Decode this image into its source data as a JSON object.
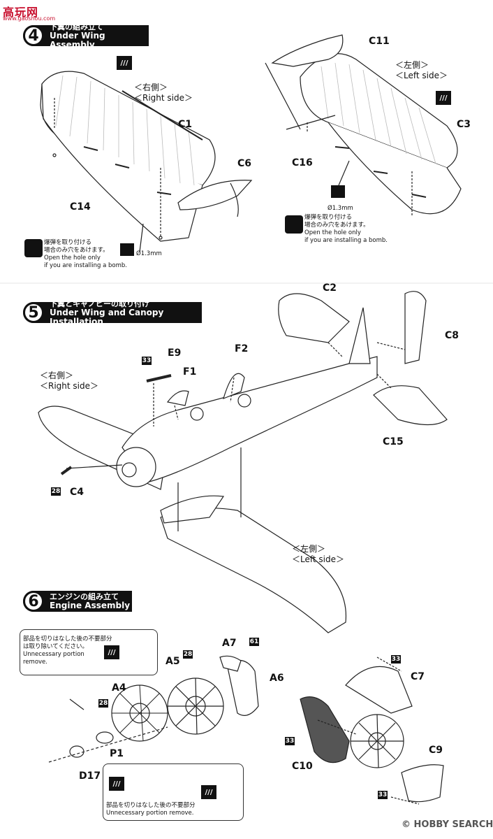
{
  "watermark": {
    "brand": "高玩网",
    "url": "www.gaoshou.com"
  },
  "steps": [
    {
      "number": "4",
      "title_jp": "下翼の組み立て",
      "title_en": "Under Wing Assembly"
    },
    {
      "number": "5",
      "title_jp": "下翼とキャノピーの取り付け",
      "title_en": "Under Wing and Canopy Installation"
    },
    {
      "number": "6",
      "title_jp": "エンジンの組み立て",
      "title_en": "Engine Assembly"
    }
  ],
  "step4": {
    "right_side_jp": "＜右側＞",
    "right_side_en": "＜Right side＞",
    "left_side_jp": "＜左側＞",
    "left_side_en": "＜Left side＞",
    "parts": {
      "c1": "C1",
      "c6": "C6",
      "c14": "C14",
      "c11": "C11",
      "c3": "C3",
      "c16": "C16"
    },
    "drill_size": "Ø1.3mm",
    "bomb_note_jp_1": "爆弾を取り付ける",
    "bomb_note_jp_2": "場合のみ穴をあけます。",
    "bomb_note_en_1": "Open the hole only",
    "bomb_note_en_2": "if you are installing a bomb."
  },
  "step5": {
    "right_side_jp": "＜右側＞",
    "right_side_en": "＜Right side＞",
    "left_side_jp": "＜左側＞",
    "left_side_en": "＜Left side＞",
    "parts": {
      "c2": "C2",
      "c8": "C8",
      "e9": "E9",
      "f1": "F1",
      "f2": "F2",
      "c15": "C15",
      "c4": "C4"
    },
    "paint_33": "33",
    "paint_28": "28"
  },
  "step6": {
    "unnecessary_jp": "部品を切りはなした後の不要部分",
    "unnecessary_jp_2": "は取り除いてください。",
    "unnecessary_en_1": "Unnecessary portion",
    "unnecessary_en_2": "remove.",
    "unnecessary_bottom_en": "Unnecessary portion remove.",
    "parts": {
      "a7": "A7",
      "a5": "A5",
      "a6": "A6",
      "a4": "A4",
      "p1": "P1",
      "d17": "D17",
      "c7": "C7",
      "c9": "C9",
      "c10": "C10"
    },
    "paint_61": "61",
    "paint_28": "28",
    "paint_33": "33"
  },
  "footer": {
    "brand": "© HOBBY SEARCH"
  }
}
